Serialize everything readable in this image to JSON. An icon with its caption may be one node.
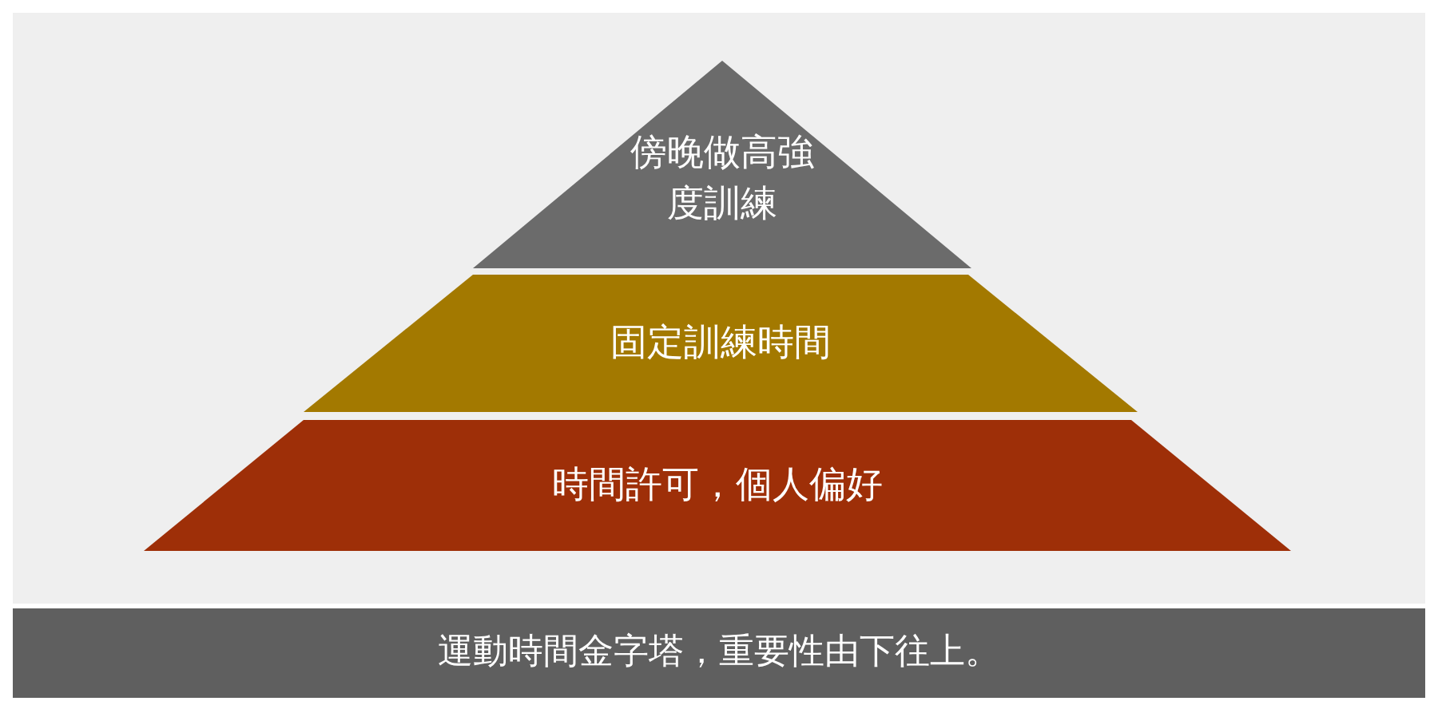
{
  "diagram": {
    "caption": "運動時間金字塔，重要性由下往上。",
    "nodes": [
      {
        "text": [
          "傍晚做高強度訓練"
        ]
      },
      {
        "text": [
          "固定訓練時間"
        ]
      },
      {
        "text": [
          "時間許可，個人偏好"
        ]
      }
    ]
  }
}
